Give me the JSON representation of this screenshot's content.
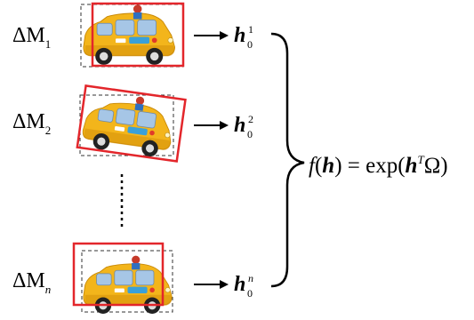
{
  "rows": [
    {
      "delta_symbol": "ΔM",
      "delta_subscript": "1",
      "h_symbol": "h",
      "h_subscript": "0",
      "h_superscript": "1"
    },
    {
      "delta_symbol": "ΔM",
      "delta_subscript": "2",
      "h_symbol": "h",
      "h_subscript": "0",
      "h_superscript": "2"
    },
    {
      "delta_symbol": "ΔM",
      "delta_subscript": "n",
      "h_symbol": "h",
      "h_subscript": "0",
      "h_superscript": "n"
    }
  ],
  "formula": {
    "f": "f",
    "arg": "h",
    "equals_exp": "= exp(",
    "h": "h",
    "sup": "T",
    "omega": "Ω",
    "close": ")"
  },
  "colors": {
    "selection_box": "#e3262b",
    "dashed_box": "#333333",
    "car_body": "#f3b51b",
    "car_shade": "#d48f0a",
    "window": "#a6c6e6",
    "tire": "#222222",
    "hub": "#dddddd"
  },
  "icons": {
    "vehicle": "toy-car-icon",
    "arrow": "right-arrow-icon",
    "brace": "right-curly-brace-icon",
    "ellipsis": "vertical-ellipsis-icon"
  }
}
